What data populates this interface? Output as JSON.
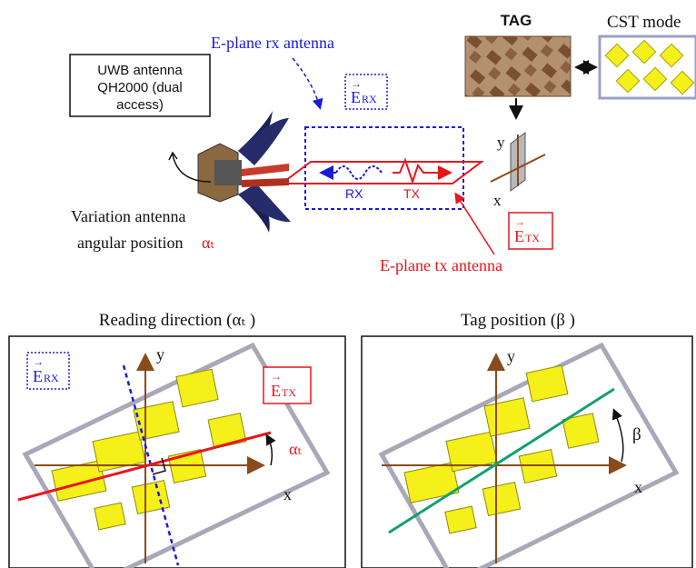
{
  "labels": {
    "tag": "TAG",
    "cst_model": "CST mode",
    "e_plane_rx": "E-plane rx antenna",
    "e_plane_tx": "E-plane tx antenna",
    "uwb_line1": "UWB antenna",
    "uwb_line2": "QH2000 (dual",
    "uwb_line3": "access)",
    "variation_line1": "Variation antenna",
    "variation_line2": "angular position",
    "alpha_t": "αₜ",
    "rx": "RX",
    "tx": "TX",
    "axis_x": "x",
    "axis_y": "y",
    "e_rx_main": "E",
    "e_rx_sub": "RX",
    "e_tx_main": "E",
    "e_tx_sub": "TX",
    "vec_arrow": "→",
    "panel1_title": "Reading direction (αₜ )",
    "panel2_title": "Tag position (β )",
    "beta": "β"
  },
  "colors": {
    "rx_blue": "#1a1adb",
    "tx_red": "#e8141e",
    "axis_brown": "#8a4a1a",
    "tag_yellow": "#f5ef1a",
    "tag_border": "#8a8a10",
    "green": "#10a070",
    "frame_gray": "#a8a8b8"
  },
  "icons": [
    "uwb-horn-antenna-icon",
    "tag-photo-icon",
    "cst-model-icon"
  ]
}
